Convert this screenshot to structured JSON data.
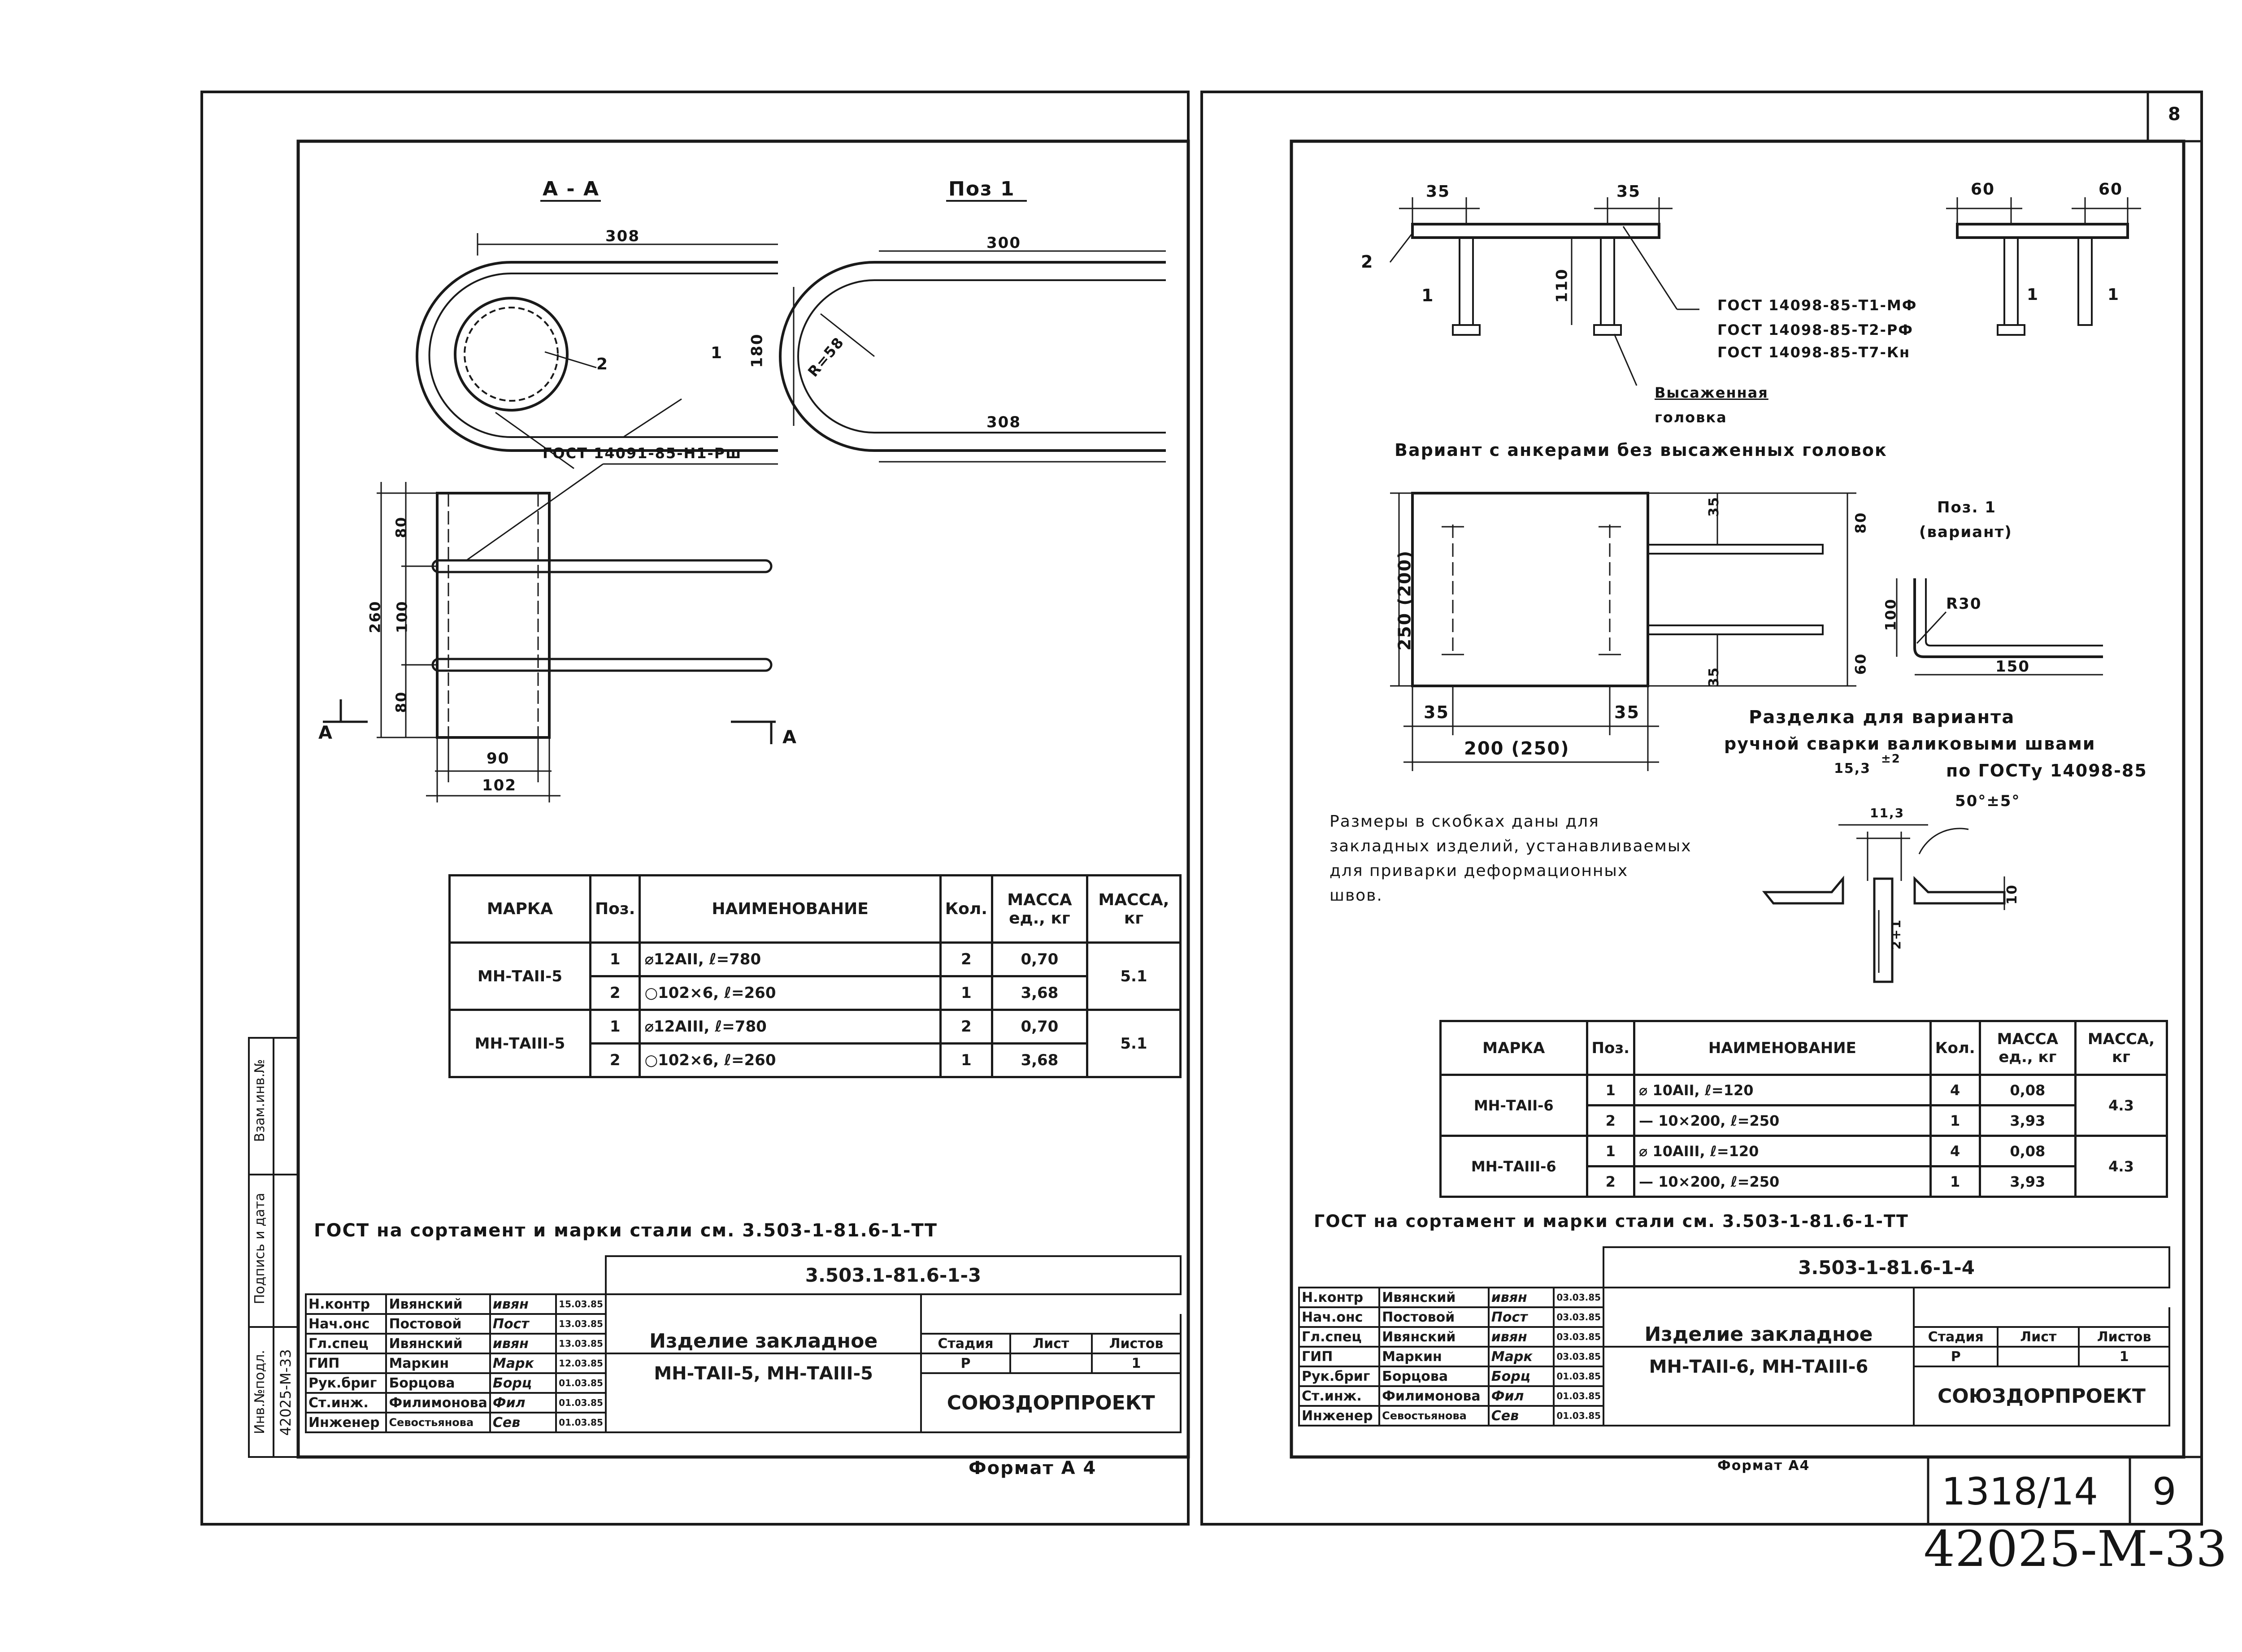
{
  "page_number": "8",
  "archive_code": "42025-М-33",
  "sheet_info": {
    "series": "1318/14",
    "sheet": "9"
  },
  "left": {
    "section_label": "А - А",
    "pos_label": "Поз 1",
    "dims": {
      "d308_top": "308",
      "d300": "300",
      "d180": "180",
      "r58": "R=58",
      "d308_bot": "308",
      "d80a": "80",
      "d100": "100",
      "d80b": "80",
      "d260": "260",
      "d90": "90",
      "d102": "102",
      "lead1": "1",
      "lead2": "2"
    },
    "gost_weld": "ГОСТ 14091-85-Н1-Рш",
    "section_markers": [
      "А",
      "А"
    ],
    "spec": {
      "headers": [
        "МАРКА",
        "Поз.",
        "НАИМЕНОВАНИЕ",
        "Кол.",
        "МАССА ед., кг",
        "МАССА, кг"
      ],
      "groups": [
        {
          "mark": "МН-ТАII-5",
          "total": "5.1",
          "rows": [
            {
              "pos": "1",
              "name": "⌀12АII, ℓ=780",
              "qty": "2",
              "unit": "0,70"
            },
            {
              "pos": "2",
              "name": "○102×6, ℓ=260",
              "qty": "1",
              "unit": "3,68"
            }
          ]
        },
        {
          "mark": "МН-ТАIII-5",
          "total": "5.1",
          "rows": [
            {
              "pos": "1",
              "name": "⌀12АIII, ℓ=780",
              "qty": "2",
              "unit": "0,70"
            },
            {
              "pos": "2",
              "name": "○102×6, ℓ=260",
              "qty": "1",
              "unit": "3,68"
            }
          ]
        }
      ]
    },
    "gost_note": "ГОСТ на сортамент и марки стали см. 3.503-1-81.6-1-ТТ",
    "stamp": {
      "people": [
        {
          "role": "Н.контр",
          "name": "Ивянский",
          "sign": "ивян",
          "date": "15.03.85"
        },
        {
          "role": "Нач.онс",
          "name": "Постовой",
          "sign": "Пост",
          "date": "13.03.85"
        },
        {
          "role": "Гл.спец",
          "name": "Ивянский",
          "sign": "ивян",
          "date": "13.03.85"
        },
        {
          "role": "ГИП",
          "name": "Маркин",
          "sign": "Марк",
          "date": "12.03.85"
        },
        {
          "role": "Рук.бриг",
          "name": "Борцова",
          "sign": "Борц",
          "date": "01.03.85"
        },
        {
          "role": "Ст.инж.",
          "name": "Филимонова",
          "sign": "Фил",
          "date": "01.03.85"
        },
        {
          "role": "Инженер",
          "name": "Севостьянова",
          "sign": "Сев",
          "date": "01.03.85"
        }
      ],
      "code": "3.503.1-81.6-1-3",
      "title_line1": "Изделие закладное",
      "title_line2": "МН-ТАII-5, МН-ТАIII-5",
      "stage_label": "Стадия",
      "sheet_label": "Лист",
      "sheets_label": "Листов",
      "stage": "Р",
      "sheets": "1",
      "org": "СОЮЗДОРПРОЕКТ"
    },
    "format": "Формат А 4",
    "side_labels": [
      "Взам.инв.№",
      "Подпись и дата",
      "Инв.№подл.",
      "42025-М-33"
    ]
  },
  "right": {
    "dims": {
      "d35a": "35",
      "d35b": "35",
      "d60a": "60",
      "d60b": "60",
      "d110": "110",
      "lead1": "1",
      "lead2": "2",
      "lead1b": "1",
      "lead1c": "1",
      "d250": "250 (200)",
      "d35s": "35",
      "d35s2": "35",
      "d80r": "80",
      "d60r": "60",
      "d35c": "35",
      "d35d": "35",
      "d200": "200 (250)",
      "d100v": "100",
      "r30": "R30",
      "d150": "150",
      "d153": "15,3",
      "tol2": "±2",
      "d113": "11,3",
      "a50": "50°±5°",
      "d10": "10",
      "d2p1": "2+1"
    },
    "gost_t1": "ГОСТ 14098-85-Т1-МФ",
    "gost_t2": "ГОСТ 14098-85-Т2-РФ",
    "gost_t7": "ГОСТ 14098-85-Т7-Кн",
    "upset_head": [
      "Высаженная",
      "головка"
    ],
    "variant_title": "Вариант с анкерами без высаженных головок",
    "pos1_variant": [
      "Поз. 1",
      "(вариант)"
    ],
    "groove_title": [
      "Разделка для варианта",
      "ручной сварки валиковыми швами",
      "по ГОСТу 14098-85"
    ],
    "note": [
      "Размеры в скобках даны для",
      "закладных изделий, устанавливаемых",
      "для приварки деформационных",
      "швов."
    ],
    "spec": {
      "headers": [
        "МАРКА",
        "Поз.",
        "НАИМЕНОВАНИЕ",
        "Кол.",
        "МАССА ед., кг",
        "МАССА, кг"
      ],
      "groups": [
        {
          "mark": "МН-ТАII-6",
          "total": "4.3",
          "rows": [
            {
              "pos": "1",
              "name": "⌀ 10АII, ℓ=120",
              "qty": "4",
              "unit": "0,08"
            },
            {
              "pos": "2",
              "name": "— 10×200, ℓ=250",
              "qty": "1",
              "unit": "3,93"
            }
          ]
        },
        {
          "mark": "МН-ТАIII-6",
          "total": "4.3",
          "rows": [
            {
              "pos": "1",
              "name": "⌀ 10АIII, ℓ=120",
              "qty": "4",
              "unit": "0,08"
            },
            {
              "pos": "2",
              "name": "— 10×200, ℓ=250",
              "qty": "1",
              "unit": "3,93"
            }
          ]
        }
      ]
    },
    "gost_note": "ГОСТ на сортамент и марки стали см. 3.503-1-81.6-1-ТТ",
    "stamp": {
      "people": [
        {
          "role": "Н.контр",
          "name": "Ивянский",
          "sign": "ивян",
          "date": "03.03.85"
        },
        {
          "role": "Нач.онс",
          "name": "Постовой",
          "sign": "Пост",
          "date": "03.03.85"
        },
        {
          "role": "Гл.спец",
          "name": "Ивянский",
          "sign": "ивян",
          "date": "03.03.85"
        },
        {
          "role": "ГИП",
          "name": "Маркин",
          "sign": "Марк",
          "date": "03.03.85"
        },
        {
          "role": "Рук.бриг",
          "name": "Борцова",
          "sign": "Борц",
          "date": "01.03.85"
        },
        {
          "role": "Ст.инж.",
          "name": "Филимонова",
          "sign": "Фил",
          "date": "01.03.85"
        },
        {
          "role": "Инженер",
          "name": "Севостьянова",
          "sign": "Сев",
          "date": "01.03.85"
        }
      ],
      "code": "3.503-1-81.6-1-4",
      "title_line1": "Изделие закладное",
      "title_line2": "МН-ТАII-6, МН-ТАIII-6",
      "stage_label": "Стадия",
      "sheet_label": "Лист",
      "sheets_label": "Листов",
      "stage": "Р",
      "sheets": "1",
      "org": "СОЮЗДОРПРОЕКТ"
    },
    "format": "Формат А4"
  }
}
